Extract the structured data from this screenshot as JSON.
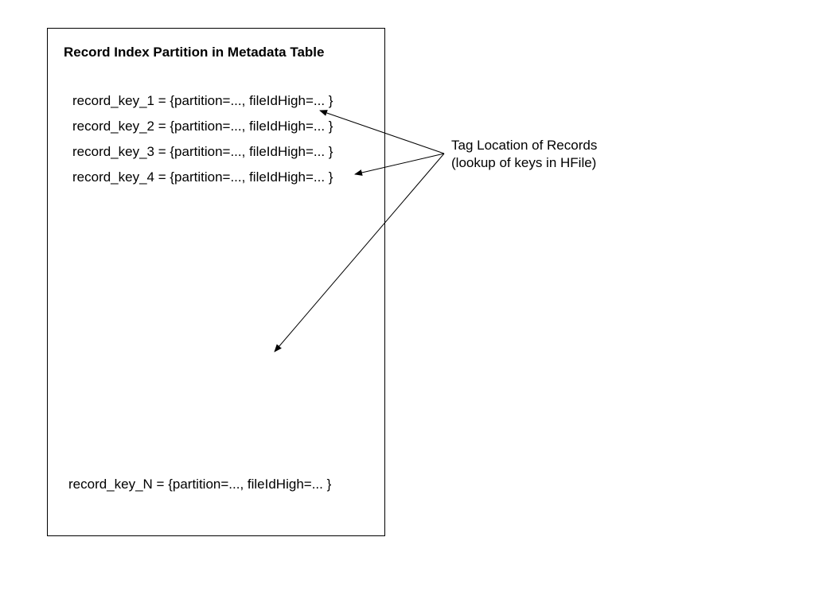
{
  "diagram": {
    "box_title": "Record Index Partition in Metadata Table",
    "records": [
      "record_key_1 = {partition=..., fileIdHigh=... }",
      "record_key_2 = {partition=..., fileIdHigh=... }",
      "record_key_3 = {partition=..., fileIdHigh=... }",
      "record_key_4 = {partition=..., fileIdHigh=... }"
    ],
    "record_last": "record_key_N = {partition=..., fileIdHigh=... }",
    "annotation": {
      "line1": "Tag Location of Records",
      "line2": "(lookup of keys in HFile)"
    }
  }
}
